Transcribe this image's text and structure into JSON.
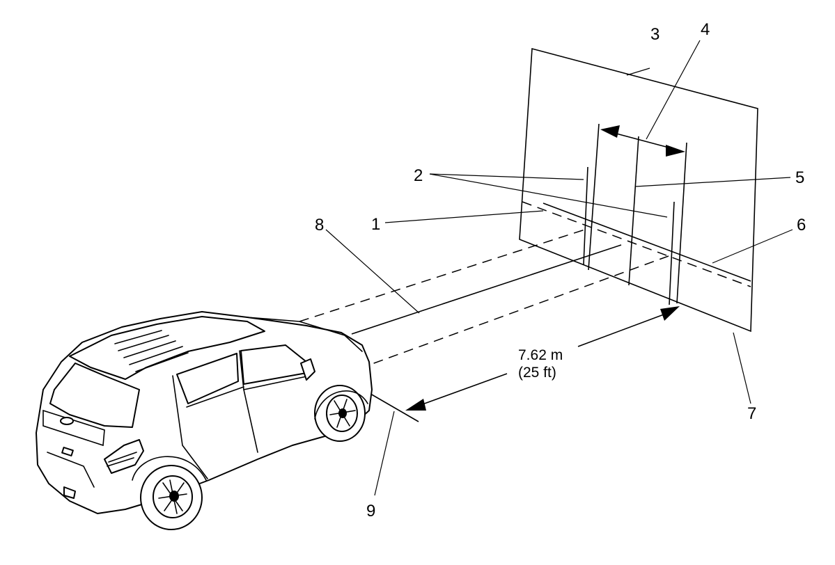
{
  "callouts": {
    "c1": "1",
    "c2": "2",
    "c3": "3",
    "c4": "4",
    "c5": "5",
    "c6": "6",
    "c7": "7",
    "c8": "8",
    "c9": "9"
  },
  "dimension": {
    "metric": "7.62 m",
    "imperial": "(25 ft)"
  }
}
